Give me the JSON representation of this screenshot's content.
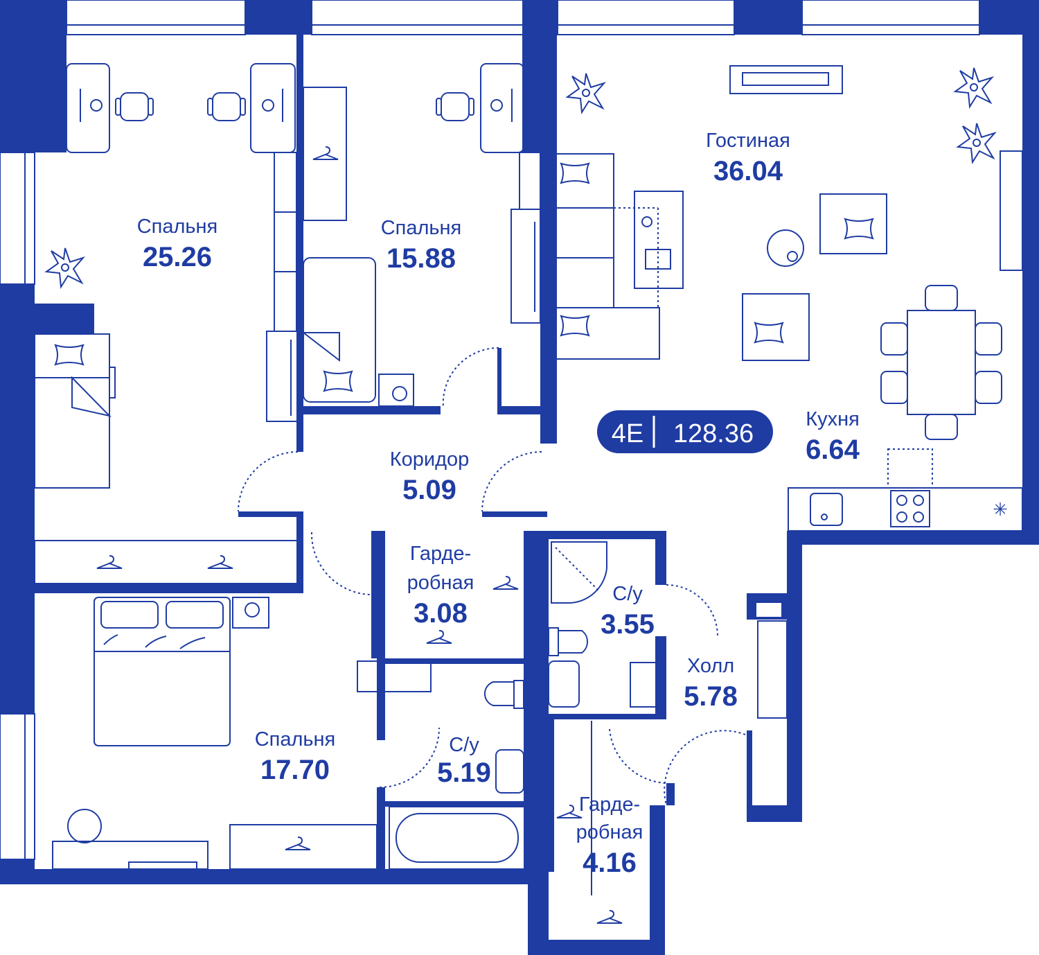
{
  "colors": {
    "wall": "#1f3ca3",
    "background": "#ffffff",
    "badge_text": "#ffffff"
  },
  "badge": {
    "code": "4E",
    "total_area": "128.36"
  },
  "rooms": [
    {
      "id": "bedroom1",
      "name": "Спальня",
      "area": "25.26"
    },
    {
      "id": "bedroom2",
      "name": "Спальня",
      "area": "15.88"
    },
    {
      "id": "living",
      "name": "Гостиная",
      "area": "36.04"
    },
    {
      "id": "kitchen",
      "name": "Кухня",
      "area": "6.64"
    },
    {
      "id": "corridor",
      "name": "Коридор",
      "area": "5.09"
    },
    {
      "id": "wardrobe1",
      "name_line1": "Гарде-",
      "name_line2": "робная",
      "area": "3.08"
    },
    {
      "id": "bath1",
      "name": "С/у",
      "area": "3.55"
    },
    {
      "id": "hall",
      "name": "Холл",
      "area": "5.78"
    },
    {
      "id": "bedroom3",
      "name": "Спальня",
      "area": "17.70"
    },
    {
      "id": "bath2",
      "name": "С/у",
      "area": "5.19"
    },
    {
      "id": "wardrobe2",
      "name_line1": "Гарде-",
      "name_line2": "робная",
      "area": "4.16"
    }
  ],
  "icons": [
    "plant-icon",
    "desk-icon",
    "chair-icon",
    "bed-icon",
    "sofa-icon",
    "armchair-icon",
    "dining-table-icon",
    "hanger-icon",
    "toilet-icon",
    "sink-icon",
    "shower-icon",
    "bathtub-icon",
    "stove-icon",
    "washing-machine-icon",
    "tv-icon"
  ]
}
